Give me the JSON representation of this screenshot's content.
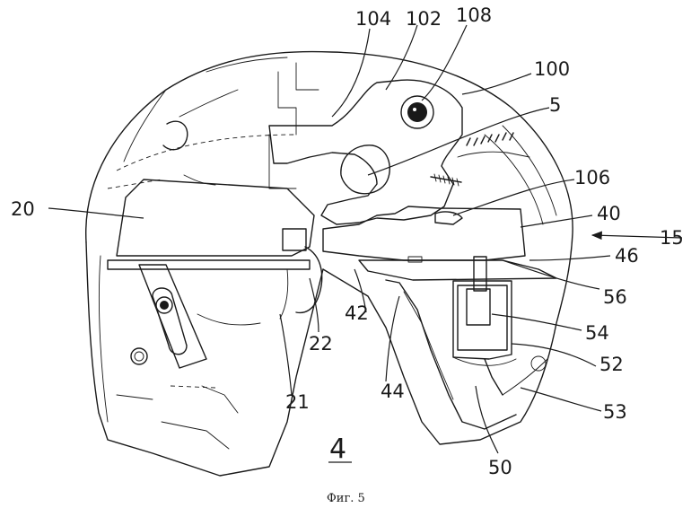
{
  "figure": {
    "caption": "Фиг. 5",
    "view_number": "4"
  },
  "references": {
    "r104": "104",
    "r102": "102",
    "r108": "108",
    "r100": "100",
    "r5": "5",
    "r106": "106",
    "r40": "40",
    "r15": "15",
    "r46": "46",
    "r56": "56",
    "r54": "54",
    "r52": "52",
    "r53": "53",
    "r50": "50",
    "r20": "20",
    "r42": "42",
    "r22": "22",
    "r21": "21",
    "r44": "44"
  }
}
